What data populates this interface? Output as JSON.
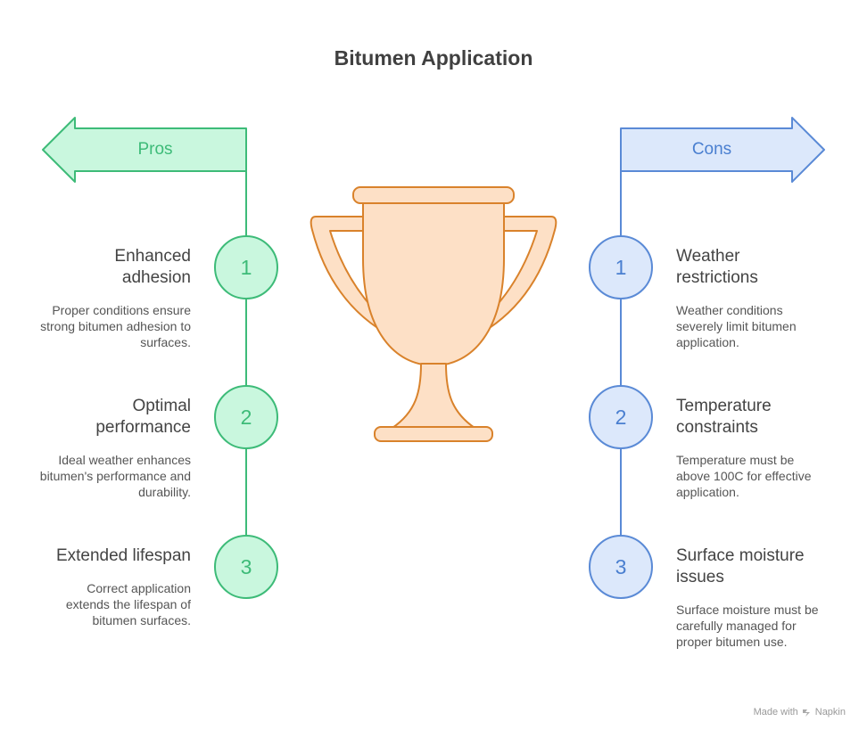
{
  "title": "Bitumen Application",
  "pros": {
    "label": "Pros",
    "items": [
      {
        "number": "1",
        "title": "Enhanced adhesion",
        "desc": "Proper conditions ensure strong bitumen adhesion to surfaces."
      },
      {
        "number": "2",
        "title": "Optimal performance",
        "desc": "Ideal weather enhances bitumen's performance and durability."
      },
      {
        "number": "3",
        "title": "Extended lifespan",
        "desc": "Correct application extends the lifespan of bitumen surfaces."
      }
    ]
  },
  "cons": {
    "label": "Cons",
    "items": [
      {
        "number": "1",
        "title": "Weather restrictions",
        "desc": "Weather conditions severely limit bitumen application."
      },
      {
        "number": "2",
        "title": "Temperature constraints",
        "desc": "Temperature must be above 100C for effective application."
      },
      {
        "number": "3",
        "title": "Surface moisture issues",
        "desc": "Surface moisture must be carefully managed for proper bitumen use."
      }
    ]
  },
  "footer": {
    "made_with": "Made with",
    "brand": "Napkin"
  },
  "colors": {
    "pros_stroke": "#3dbb78",
    "pros_fill": "#c9f7de",
    "pros_text": "#3dbb78",
    "cons_stroke": "#5a8ad6",
    "cons_fill": "#dce8fb",
    "cons_text": "#4a7fd0",
    "trophy_stroke": "#d9822b",
    "trophy_fill": "#fde0c6"
  },
  "icons": {
    "center": "trophy-icon",
    "footer": "napkin-logo-icon"
  }
}
